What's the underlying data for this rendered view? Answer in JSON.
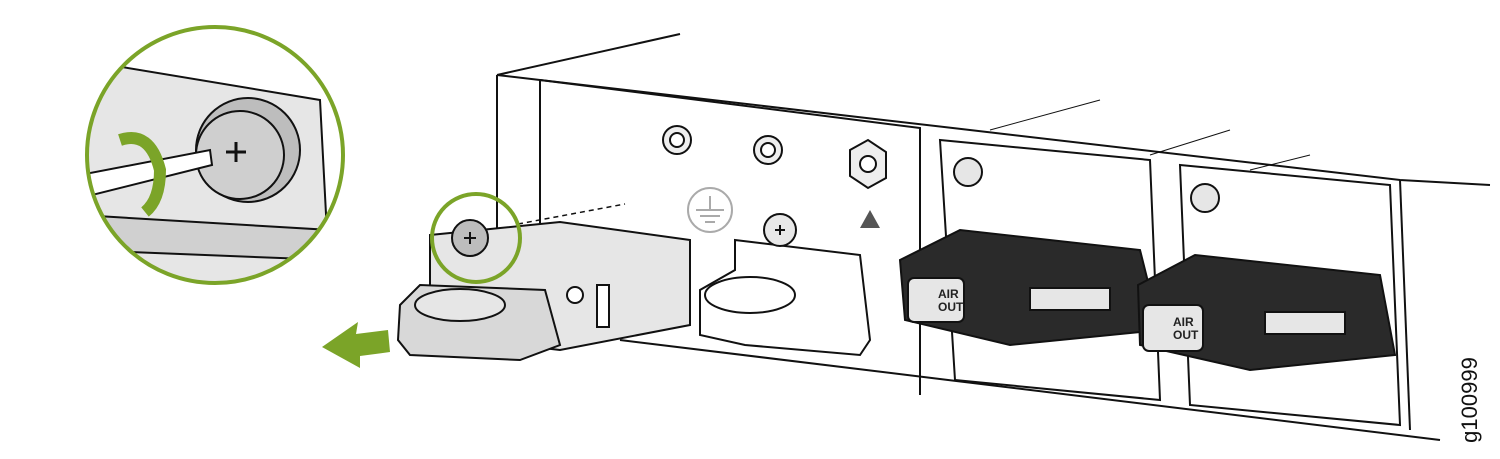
{
  "figure_id": "g100999",
  "psu_labels": [
    {
      "line1": "AIR",
      "line2": "OUT"
    },
    {
      "line1": "AIR",
      "line2": "OUT"
    }
  ],
  "colors": {
    "accent": "#7ba428",
    "line": "#111111",
    "fill": "#e6e6e6",
    "dark": "#2a2a2a"
  }
}
